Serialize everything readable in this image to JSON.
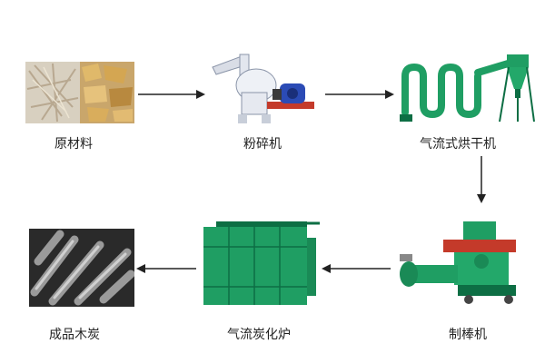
{
  "steps": [
    {
      "label": "原材料"
    },
    {
      "label": "粉碎机"
    },
    {
      "label": "气流式烘干机"
    },
    {
      "label": "制棒机"
    },
    {
      "label": "气流炭化炉"
    },
    {
      "label": "成品木炭"
    }
  ],
  "colors": {
    "machine_green": "#1f9e63",
    "machine_dark": "#0d6e44",
    "arrow": "#222222",
    "motor_blue": "#2b4bb5"
  }
}
